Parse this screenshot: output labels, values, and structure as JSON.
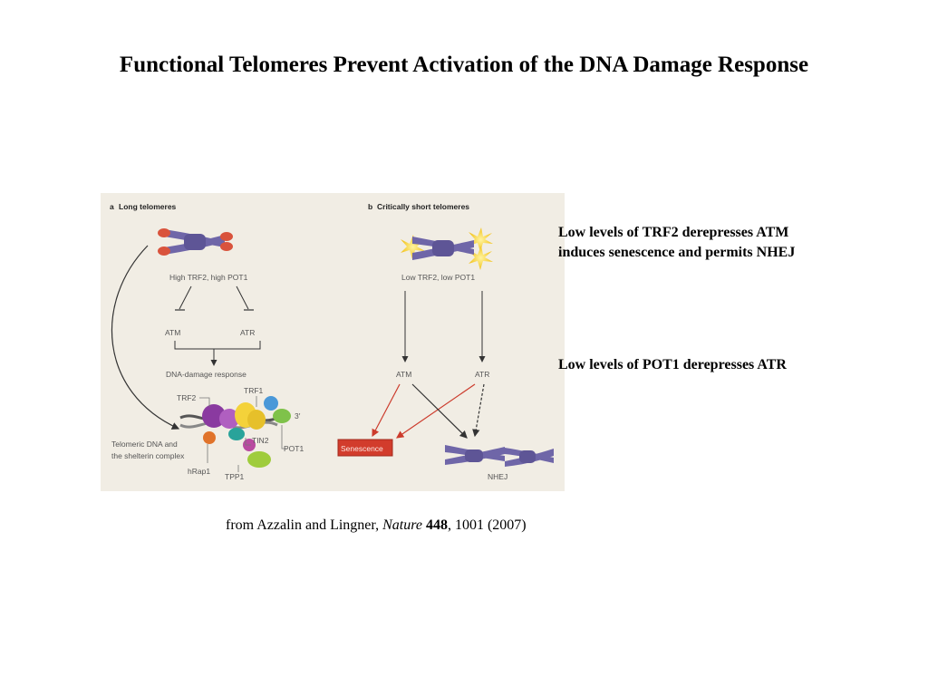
{
  "slide": {
    "title": "Functional Telomeres Prevent Activation of the DNA Damage Response"
  },
  "figure": {
    "panel_a": {
      "letter": "a",
      "heading": "Long telomeres",
      "condition": "High TRF2, high POT1",
      "atm": "ATM",
      "atr": "ATR",
      "response": "DNA-damage response",
      "trf2": "TRF2",
      "trf1": "TRF1",
      "three_prime": "3′",
      "tin2": "TIN2",
      "pot1": "POT1",
      "tpp1": "TPP1",
      "hrap1": "hRap1",
      "complex_line1": "Telomeric DNA and",
      "complex_line2": "the shelterin complex"
    },
    "panel_b": {
      "letter": "b",
      "heading": "Critically short telomeres",
      "condition": "Low TRF2, low POT1",
      "atm": "ATM",
      "atr": "ATR",
      "senescence": "Senescence",
      "nhej": "NHEJ"
    },
    "colors": {
      "chromosome": "#6f66a8",
      "telomere_cap": "#d9533c",
      "red_arrow": "#cc3b2c",
      "senescence_box": "#d23c2c",
      "background": "#f1ede4"
    }
  },
  "notes": {
    "trf2_line1": "Low levels of TRF2 derepresses ATM",
    "trf2_line2": "induces senescence and permits NHEJ",
    "pot1": "Low levels of POT1 derepresses ATR"
  },
  "citation": {
    "prefix": "from Azzalin and Lingner, ",
    "journal": "Nature",
    "volume": "448",
    "rest": ", 1001 (2007)"
  }
}
